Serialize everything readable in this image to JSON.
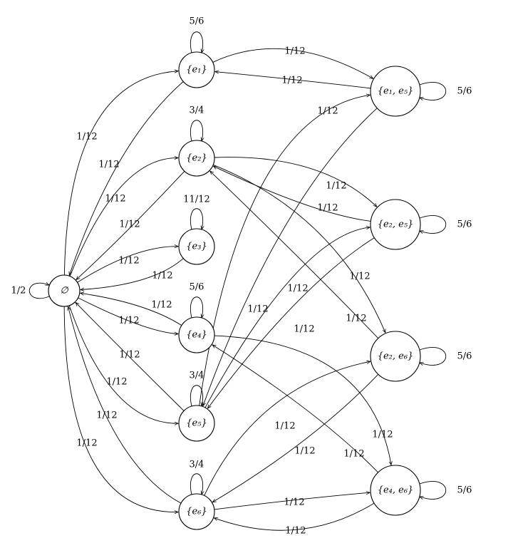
{
  "states": [
    {
      "id": "empty",
      "label": "∅"
    },
    {
      "id": "e1",
      "label": "{e₁}"
    },
    {
      "id": "e2",
      "label": "{e₂}"
    },
    {
      "id": "e3",
      "label": "{e₃}"
    },
    {
      "id": "e4",
      "label": "{e₄}"
    },
    {
      "id": "e5",
      "label": "{e₅}"
    },
    {
      "id": "e6",
      "label": "{e₆}"
    },
    {
      "id": "e1e5",
      "label": "{e₁, e₅}"
    },
    {
      "id": "e2e5",
      "label": "{e₂, e₅}"
    },
    {
      "id": "e2e6",
      "label": "{e₂, e₆}"
    },
    {
      "id": "e4e6",
      "label": "{e₄, e₆}"
    }
  ],
  "self_loops": [
    {
      "state": "empty",
      "label": "1/2"
    },
    {
      "state": "e1",
      "label": "5/6"
    },
    {
      "state": "e2",
      "label": "3/4"
    },
    {
      "state": "e3",
      "label": "11/12"
    },
    {
      "state": "e4",
      "label": "5/6"
    },
    {
      "state": "e5",
      "label": "3/4"
    },
    {
      "state": "e6",
      "label": "3/4"
    },
    {
      "state": "e1e5",
      "label": "5/6"
    },
    {
      "state": "e2e5",
      "label": "5/6"
    },
    {
      "state": "e2e6",
      "label": "5/6"
    },
    {
      "state": "e4e6",
      "label": "5/6"
    }
  ],
  "transitions": [
    {
      "from": "empty",
      "to": "e1",
      "label": "1/12"
    },
    {
      "from": "e1",
      "to": "empty",
      "label": "1/12"
    },
    {
      "from": "empty",
      "to": "e2",
      "label": "1/12"
    },
    {
      "from": "e2",
      "to": "empty",
      "label": "1/12"
    },
    {
      "from": "empty",
      "to": "e3",
      "label": "1/12"
    },
    {
      "from": "e3",
      "to": "empty",
      "label": "1/12"
    },
    {
      "from": "empty",
      "to": "e4",
      "label": "1/12"
    },
    {
      "from": "e4",
      "to": "empty",
      "label": "1/12"
    },
    {
      "from": "empty",
      "to": "e5",
      "label": "1/12"
    },
    {
      "from": "e5",
      "to": "empty",
      "label": "1/12"
    },
    {
      "from": "empty",
      "to": "e6",
      "label": "1/12"
    },
    {
      "from": "e6",
      "to": "empty",
      "label": "1/12"
    },
    {
      "from": "e1",
      "to": "e1e5",
      "label": "1/12"
    },
    {
      "from": "e1e5",
      "to": "e1",
      "label": "1/12"
    },
    {
      "from": "e5",
      "to": "e1e5",
      "label": "1/12"
    },
    {
      "from": "e1e5",
      "to": "e5",
      "label": "1/12"
    },
    {
      "from": "e2",
      "to": "e2e5",
      "label": "1/12"
    },
    {
      "from": "e2e5",
      "to": "e2",
      "label": "1/12"
    },
    {
      "from": "e5",
      "to": "e2e5",
      "label": "1/12"
    },
    {
      "from": "e2e5",
      "to": "e5",
      "label": "1/12"
    },
    {
      "from": "e2",
      "to": "e2e6",
      "label": "1/12"
    },
    {
      "from": "e2e6",
      "to": "e2",
      "label": "1/12"
    },
    {
      "from": "e6",
      "to": "e2e6",
      "label": "1/12"
    },
    {
      "from": "e2e6",
      "to": "e6",
      "label": "1/12"
    },
    {
      "from": "e4",
      "to": "e4e6",
      "label": "1/12"
    },
    {
      "from": "e4e6",
      "to": "e4",
      "label": "1/12"
    },
    {
      "from": "e6",
      "to": "e4e6",
      "label": "1/12"
    },
    {
      "from": "e4e6",
      "to": "e6",
      "label": "1/12"
    }
  ]
}
